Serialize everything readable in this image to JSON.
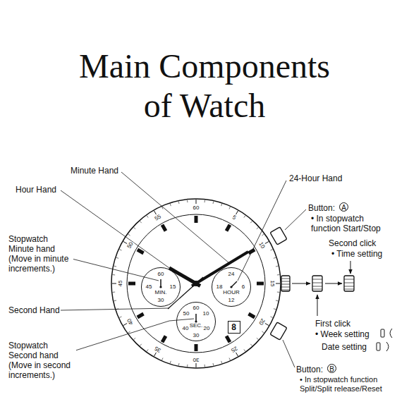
{
  "diagram": {
    "title": "Main Components of Watch",
    "nodes": [
      {
        "text": [
          "60",
          "45",
          "15",
          "MIN.",
          "30"
        ]
      },
      {
        "text": [
          "24",
          "18",
          "6",
          "HOUR",
          "12"
        ]
      },
      {
        "text": [
          "60",
          "50",
          "10",
          "SEC.",
          "40",
          "20",
          "30"
        ]
      },
      {
        "text": [
          "8"
        ]
      }
    ],
    "labels": [
      "Minute Hand",
      "Hour Hand",
      "Stopwatch Minute hand (Move in minute increments.)",
      "Second Hand",
      "Stopwatch Second hand (Move in second increments.)",
      "24-Hour Hand",
      "Button:",
      "A",
      "• In stopwatch function Start/Stop",
      "Second click",
      "• Time setting",
      "First click",
      "• Week setting",
      "Date setting",
      "Button:",
      "B",
      "• In stopwatch function Split/Split release/Reset",
      "60",
      "5",
      "10",
      "15",
      "20",
      "25",
      "30",
      "35",
      "40",
      "45",
      "50",
      "55"
    ]
  }
}
